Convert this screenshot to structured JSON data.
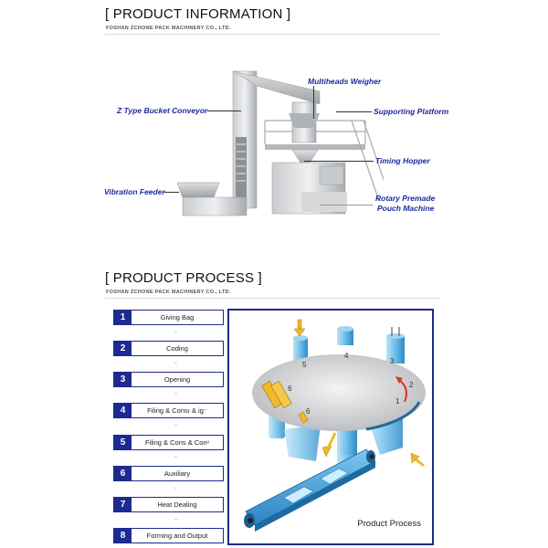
{
  "product_information": {
    "title": "[ PRODUCT INFORMATION ]",
    "subtitle": "FOSHAN ZCHONE PACK MACHINERY CO., LTD.",
    "callouts": [
      {
        "label": "Multiheads Weigher"
      },
      {
        "label": "Z Type Bucket Conveyor"
      },
      {
        "label": "Supporting Platform"
      },
      {
        "label": "Timing Hopper"
      },
      {
        "label": "Vibration Feeder"
      },
      {
        "label": "Rotary Premade"
      },
      {
        "label": "Pouch Machine"
      }
    ]
  },
  "product_process": {
    "title": "[ PRODUCT PROCESS ]",
    "subtitle": "FOSHAN ZCHONE PACK MACHINERY CO., LTD.",
    "steps": [
      {
        "num": "1",
        "label": "Giving Bag"
      },
      {
        "num": "2",
        "label": "Coding"
      },
      {
        "num": "3",
        "label": "Opening"
      },
      {
        "num": "4",
        "label": "Filing & Consı & ig⁻"
      },
      {
        "num": "5",
        "label": "Filing & Cons & Conᵛ"
      },
      {
        "num": "6",
        "label": "Auxiliary"
      },
      {
        "num": "7",
        "label": "Heat Dealing"
      },
      {
        "num": "8",
        "label": "Forming and Output"
      }
    ],
    "chevron": "⌄",
    "diagram": {
      "caption": "Product Process",
      "station_numbers": [
        "1",
        "2",
        "3",
        "4",
        "5",
        "6",
        "6"
      ]
    }
  },
  "colors": {
    "accent_navy": "#1c2a92",
    "callout_blue": "#1d2a9c",
    "diagram_blue": "#4aa6d8",
    "arrow_yellow": "#f0b92a",
    "rotation_red": "#d9342b"
  }
}
